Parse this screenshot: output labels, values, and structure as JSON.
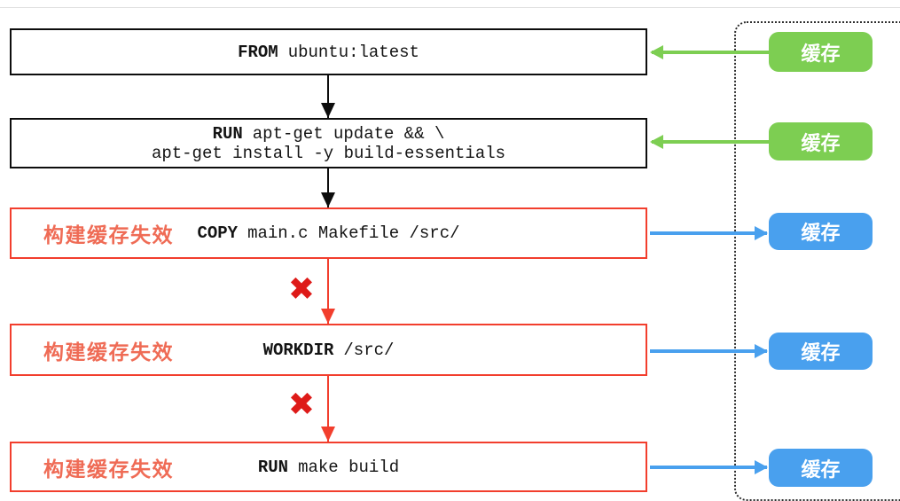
{
  "labels": {
    "cache_invalidated": "构建缓存失效",
    "cache": "缓存",
    "cross": "✖"
  },
  "steps": [
    {
      "name": "from",
      "keyword": "FROM",
      "args": "ubuntu:latest",
      "cached": true
    },
    {
      "name": "run-apt-get",
      "keyword": "RUN",
      "args": "apt-get update && \\",
      "args_line2": "apt-get install -y build-essentials",
      "cached": true
    },
    {
      "name": "copy",
      "keyword": "COPY",
      "args": "main.c Makefile /src/",
      "cached": false,
      "status_label": "构建缓存失效"
    },
    {
      "name": "workdir",
      "keyword": "WORKDIR",
      "args": "/src/",
      "cached": false,
      "status_label": "构建缓存失效"
    },
    {
      "name": "run-make",
      "keyword": "RUN",
      "args": "make build",
      "cached": false,
      "status_label": "构建缓存失效"
    }
  ],
  "cache_badges": [
    {
      "label": "缓存",
      "type": "hit",
      "arrow_direction": "to-step"
    },
    {
      "label": "缓存",
      "type": "hit",
      "arrow_direction": "to-step"
    },
    {
      "label": "缓存",
      "type": "miss",
      "arrow_direction": "to-cache"
    },
    {
      "label": "缓存",
      "type": "miss",
      "arrow_direction": "to-cache"
    },
    {
      "label": "缓存",
      "type": "miss",
      "arrow_direction": "to-cache"
    }
  ],
  "colors": {
    "cache_hit_green": "#7dce52",
    "cache_miss_blue": "#49a0ee",
    "invalid_border_red": "#f23e2d",
    "invalid_label_red": "#ef6b55",
    "cross_red": "#de1a18",
    "box_border_black": "#0d0d0d"
  }
}
